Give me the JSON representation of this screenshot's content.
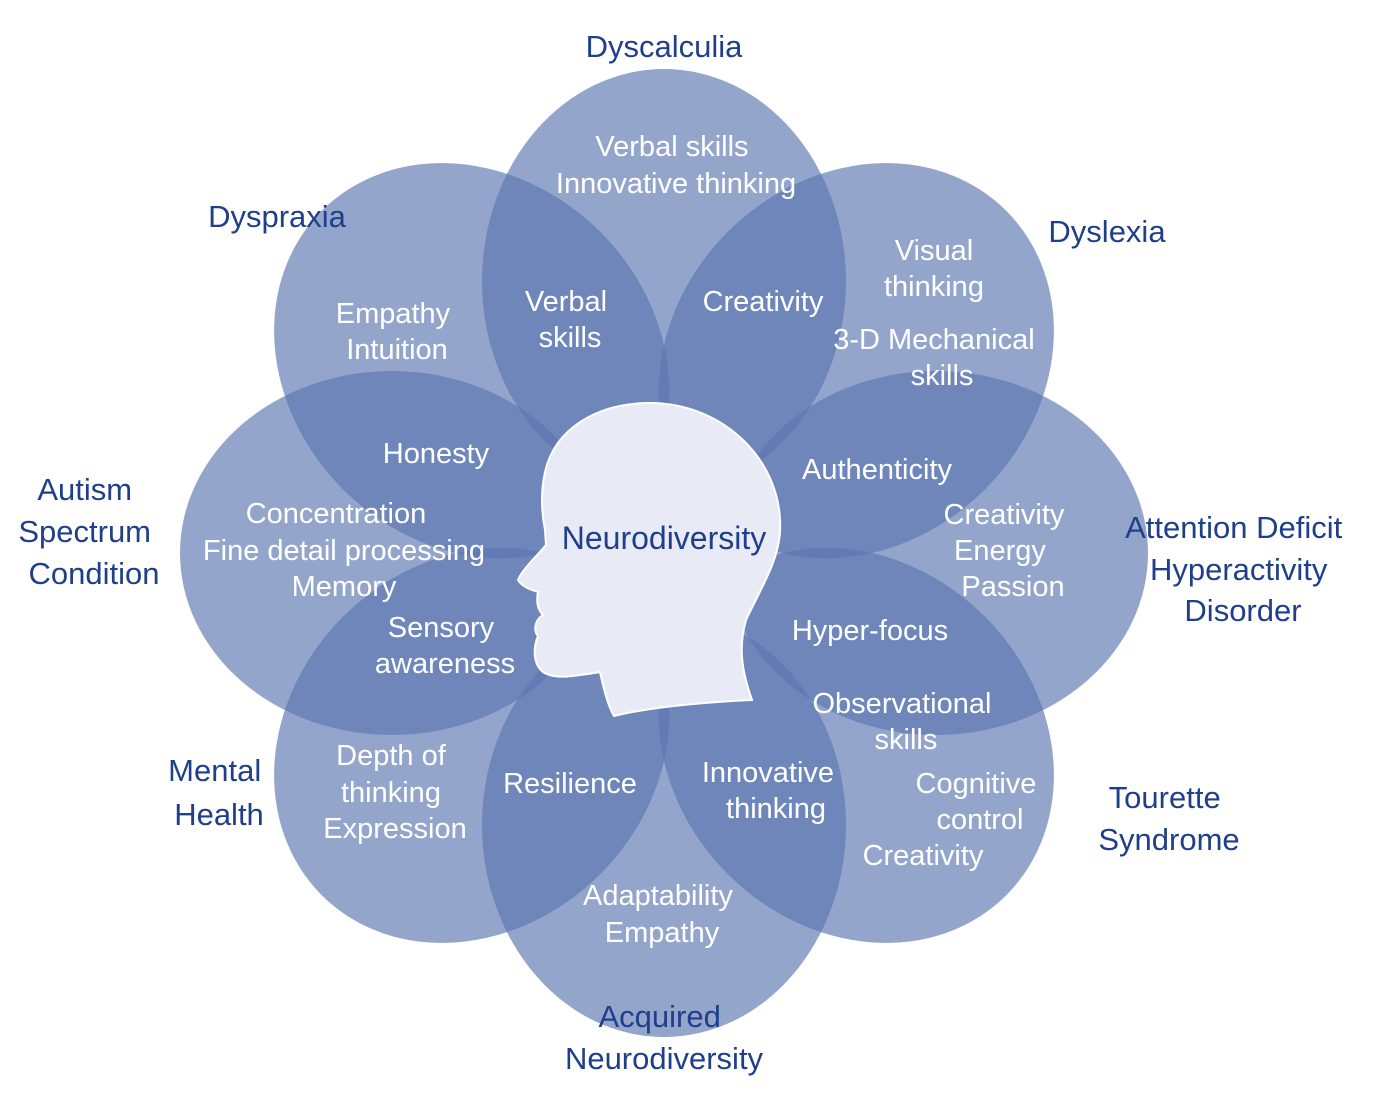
{
  "center": "Neurodiversity",
  "conditions": [
    {
      "label": [
        "Dyscalculia"
      ]
    },
    {
      "label": [
        "Dyslexia"
      ]
    },
    {
      "label": [
        "Attention Deficit",
        "Hyperactivity",
        "Disorder"
      ]
    },
    {
      "label": [
        "Tourette",
        "Syndrome"
      ]
    },
    {
      "label": [
        "Acquired",
        "Neurodiversity"
      ]
    },
    {
      "label": [
        "Mental",
        "Health"
      ]
    },
    {
      "label": [
        "Autism",
        "Spectrum",
        "Condition"
      ]
    },
    {
      "label": [
        "Dyspraxia"
      ]
    }
  ],
  "petal_strengths": {
    "dyscalculia": [
      "Verbal skills",
      "Innovative thinking"
    ],
    "dyslexia": [
      "Visual",
      "thinking",
      "3-D Mechanical",
      "skills"
    ],
    "adhd": [
      "Creativity",
      "Energy",
      "Passion"
    ],
    "tourette": [
      "Observational",
      "skills",
      "Cognitive",
      "control",
      "Creativity"
    ],
    "acquired": [
      "Adaptability",
      "Empathy"
    ],
    "mental_health": [
      "Depth of",
      "thinking",
      "Expression"
    ],
    "autism": [
      "Concentration",
      "Fine detail processing",
      "Memory"
    ],
    "dyspraxia": [
      "Empathy",
      "Intuition"
    ]
  },
  "overlap_strengths": {
    "dyspraxia_dyscalculia": [
      "Verbal",
      "skills"
    ],
    "dyscalculia_dyslexia": [
      "Creativity"
    ],
    "dyslexia_adhd": [
      "Authenticity"
    ],
    "adhd_tourette": [
      "Hyper-focus"
    ],
    "tourette_acquired": [
      "Innovative",
      "thinking"
    ],
    "acquired_mental_health": [
      "Resilience"
    ],
    "mental_health_autism": [
      "Sensory",
      "awareness"
    ],
    "autism_dyspraxia": [
      "Honesty"
    ]
  },
  "colors": {
    "petal_fill": "#5a75b0",
    "petal_opacity": 0.65,
    "head_fill": "#e8ebf6",
    "label_text": "#1f3f8a",
    "strength_text": "#ffffff"
  }
}
